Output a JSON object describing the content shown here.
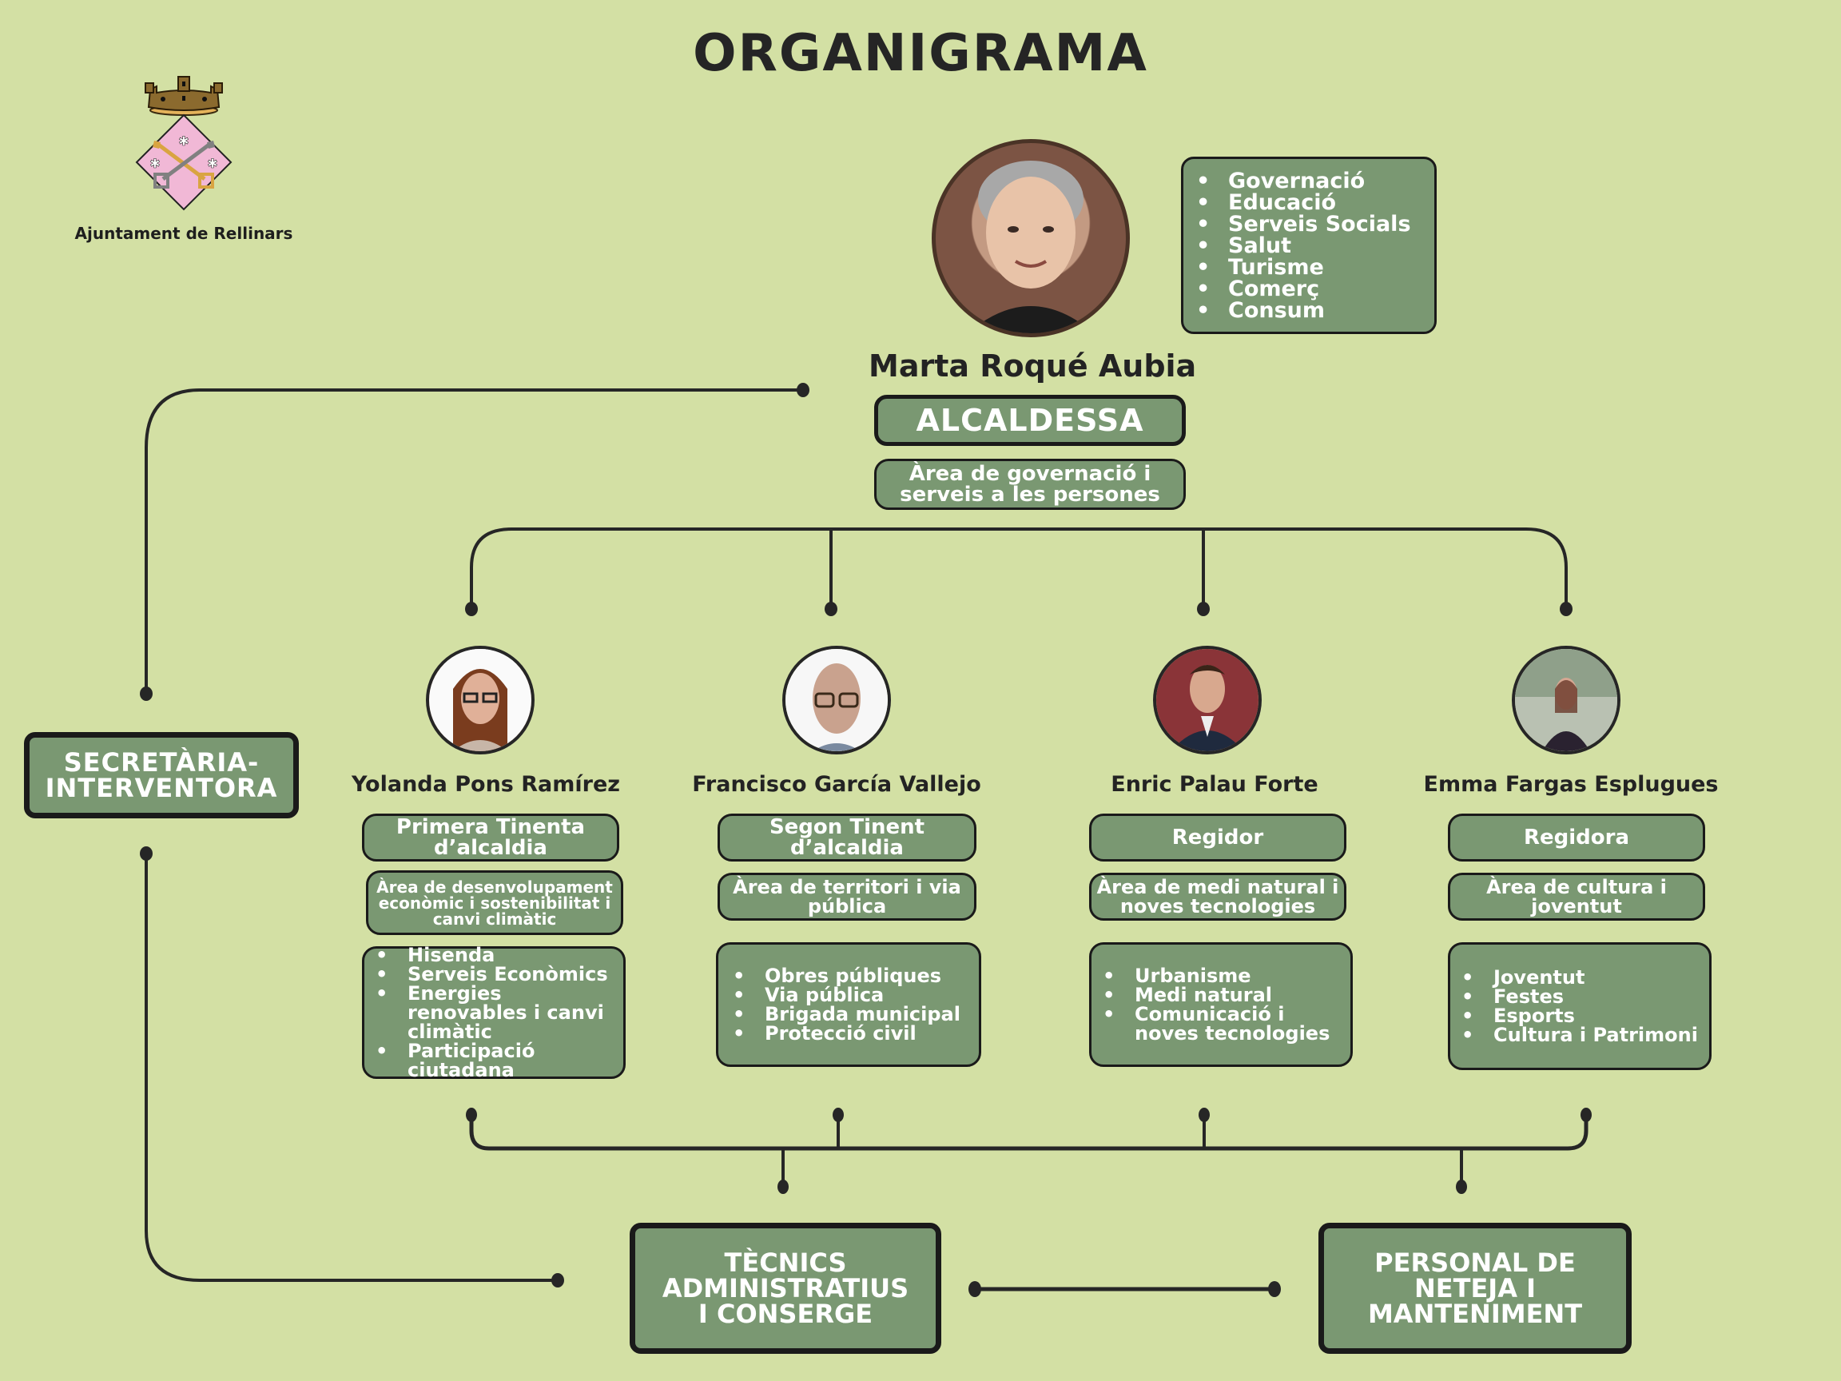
{
  "title": "ORGANIGRAMA",
  "logo": {
    "text": "Ajuntament de Rellinars",
    "icon": "coat-of-arms-icon",
    "colors": {
      "shield": "#f1b8d6",
      "gold_key": "#d9a441",
      "silver_key": "#808080",
      "crown": "#8b6a2e"
    }
  },
  "colors": {
    "background": "#d3e0a4",
    "box_fill": "#7a9872",
    "box_border": "#1a1a1a",
    "text_dark": "#232323",
    "text_light": "#ffffff",
    "line": "#262626"
  },
  "mayor": {
    "name": "Marta Roqué Aubia",
    "role": "ALCALDESSA",
    "area": [
      "Àrea de governació i",
      "serveis a les persones"
    ],
    "competencies": [
      "Governació",
      "Educació",
      "Serveis Socials",
      "Salut",
      "Turisme",
      "Comerç",
      "Consum"
    ],
    "photo": "portrait-photo"
  },
  "members": [
    {
      "name": "Yolanda Pons Ramírez",
      "role": [
        "Primera Tinenta",
        "d’alcaldia"
      ],
      "area": [
        "Àrea de desenvolupament",
        "econòmic i sostenibilitat i",
        "canvi climàtic"
      ],
      "competencies": [
        "Hisenda",
        "Serveis Econòmics",
        "Energies renovables i canvi climàtic",
        "Participació ciutadana"
      ],
      "photo": "portrait-photo"
    },
    {
      "name": "Francisco García Vallejo",
      "role": [
        "Segon Tinent",
        "d’alcaldia"
      ],
      "area": [
        "Àrea de territori i via",
        "pública"
      ],
      "competencies": [
        "Obres públiques",
        "Via pública",
        "Brigada municipal",
        "Protecció civil"
      ],
      "photo": "portrait-photo"
    },
    {
      "name": "Enric Palau Forte",
      "role": [
        "Regidor"
      ],
      "area": [
        "Àrea de medi natural i",
        "noves tecnologies"
      ],
      "competencies": [
        "Urbanisme",
        "Medi natural",
        "Comunicació i noves tecnologies"
      ],
      "photo": "portrait-photo"
    },
    {
      "name": "Emma Fargas Esplugues",
      "role": [
        "Regidora"
      ],
      "area": [
        "Àrea de cultura i",
        "joventut"
      ],
      "competencies": [
        "Joventut",
        "Festes",
        "Esports",
        "Cultura i Patrimoni"
      ],
      "photo": "portrait-photo"
    }
  ],
  "secretaria": [
    "SECRETÀRIA-",
    "INTERVENTORA"
  ],
  "staff": [
    {
      "label": [
        "TÈCNICS",
        "ADMINISTRATIUS",
        "I CONSERGE"
      ]
    },
    {
      "label": [
        "PERSONAL DE",
        "NETEJA I",
        "MANTENIMENT"
      ]
    }
  ]
}
